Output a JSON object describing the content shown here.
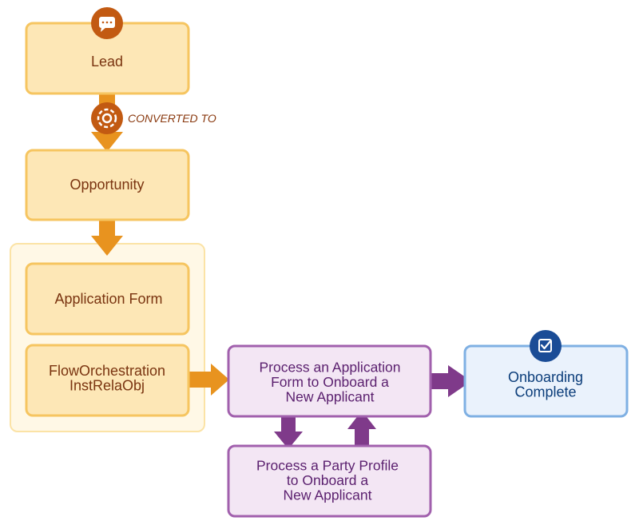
{
  "nodes": {
    "lead": {
      "lines": [
        "Lead"
      ]
    },
    "opportunity": {
      "lines": [
        "Opportunity"
      ]
    },
    "application_form": {
      "lines": [
        "Application Form"
      ]
    },
    "flow_orchestration": {
      "lines": [
        "FlowOrchestration",
        "InstRelaObj"
      ]
    },
    "process_application": {
      "lines": [
        "Process an Application",
        "Form to Onboard a",
        "New Applicant"
      ]
    },
    "process_party": {
      "lines": [
        "Process a Party Profile",
        "to Onboard a",
        "New Applicant"
      ]
    },
    "onboarding_complete": {
      "lines": [
        "Onboarding",
        "Complete"
      ]
    }
  },
  "edge_labels": {
    "converted_to": "CONVERTED TO"
  },
  "icons": {
    "lead": "chat-bubble-icon",
    "convert": "convert-gear-icon",
    "complete": "checkbox-icon"
  },
  "colors": {
    "orange_fill": "#fde7b6",
    "orange_stroke": "#f6c560",
    "orange_arrow": "#e8931f",
    "orange_icon": "#c25a12",
    "group_fill": "#fff8e6",
    "group_stroke": "#fbe3a6",
    "purple_fill": "#f3e6f4",
    "purple_stroke": "#a160ad",
    "purple_arrow": "#7f3a8a",
    "blue_fill": "#eaf2fc",
    "blue_stroke": "#7fb0e3",
    "blue_icon": "#1a4c96"
  }
}
